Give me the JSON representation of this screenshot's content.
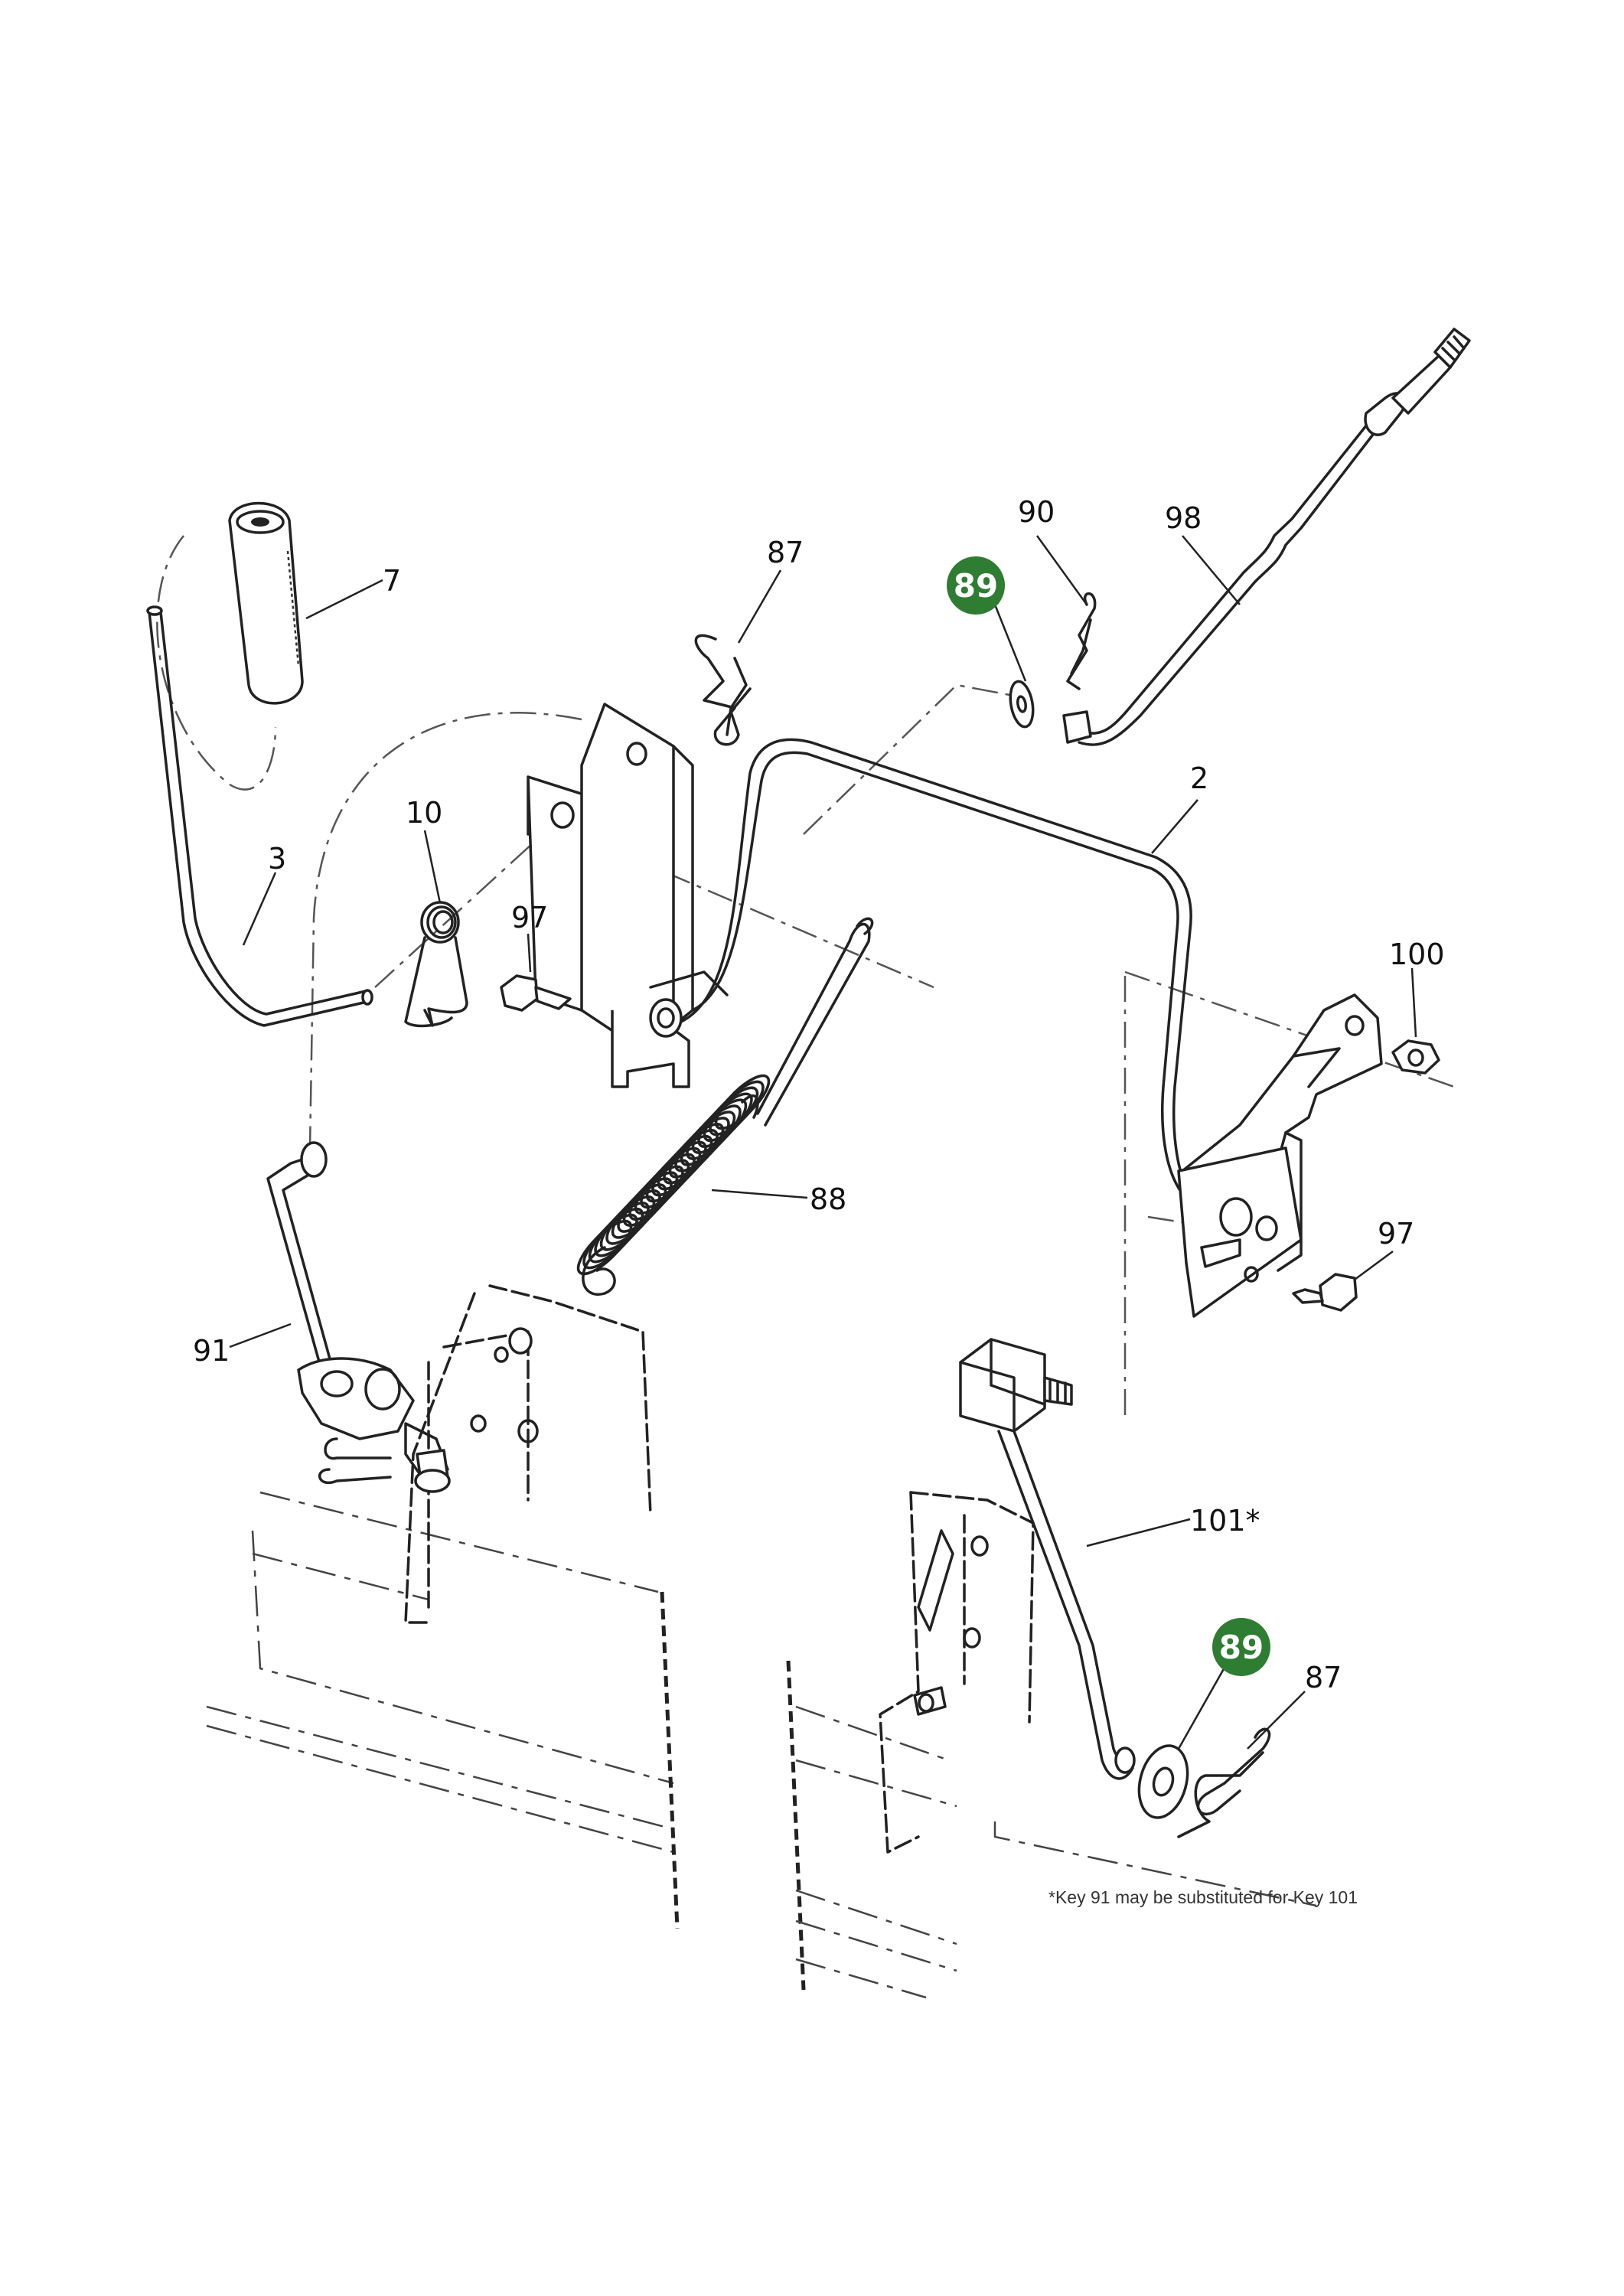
{
  "callouts": {
    "c7": "7",
    "c87_top": "87",
    "c89_top": "89",
    "c90": "90",
    "c98": "98",
    "c10": "10",
    "c3": "3",
    "c97_left": "97",
    "c2": "2",
    "c100": "100",
    "c88": "88",
    "c97_right": "97",
    "c91": "91",
    "c101": "101*",
    "c89_bottom": "89",
    "c87_bottom": "87"
  },
  "footnote": "*Key 91 may be substituted for Key 101",
  "highlight_color": "#2e7d32"
}
